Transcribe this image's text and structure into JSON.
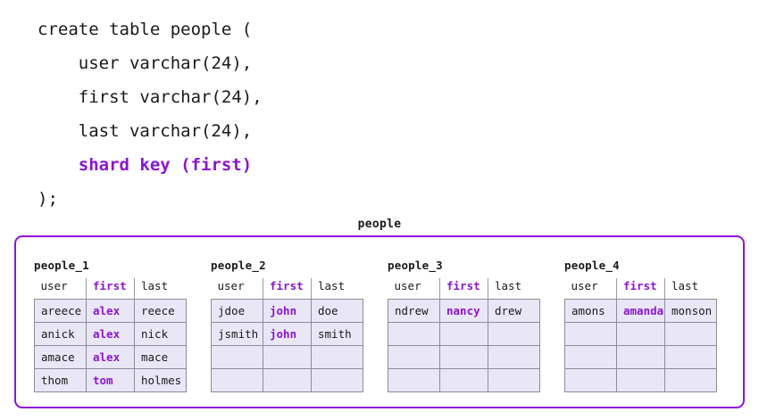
{
  "code": {
    "lines": [
      {
        "text": "create table people (",
        "accent": false
      },
      {
        "text": "    user varchar(24),",
        "accent": false
      },
      {
        "text": "    first varchar(24),",
        "accent": false
      },
      {
        "text": "    last varchar(24),",
        "accent": false
      },
      {
        "text": "    shard key (first)",
        "accent": true
      },
      {
        "text": ");",
        "accent": false
      }
    ]
  },
  "diagram": {
    "title": "people",
    "accent_color": "#8c14d6",
    "container_border_color": "#9111e0",
    "cell_fill_color": "#e9e6f6",
    "cell_border_color": "#8d8d98",
    "columns": [
      "user",
      "first",
      "last"
    ],
    "shard_key_column": "first",
    "shards": [
      {
        "label": "people_1",
        "rows": [
          {
            "user": "areece",
            "first": "alex",
            "last": "reece"
          },
          {
            "user": "anick",
            "first": "alex",
            "last": "nick"
          },
          {
            "user": "amace",
            "first": "alex",
            "last": "mace"
          },
          {
            "user": "thom",
            "first": "tom",
            "last": "holmes"
          }
        ]
      },
      {
        "label": "people_2",
        "rows": [
          {
            "user": "jdoe",
            "first": "john",
            "last": "doe"
          },
          {
            "user": "jsmith",
            "first": "john",
            "last": "smith"
          },
          {
            "user": "",
            "first": "",
            "last": ""
          },
          {
            "user": "",
            "first": "",
            "last": ""
          }
        ]
      },
      {
        "label": "people_3",
        "rows": [
          {
            "user": "ndrew",
            "first": "nancy",
            "last": "drew"
          },
          {
            "user": "",
            "first": "",
            "last": ""
          },
          {
            "user": "",
            "first": "",
            "last": ""
          },
          {
            "user": "",
            "first": "",
            "last": ""
          }
        ]
      },
      {
        "label": "people_4",
        "rows": [
          {
            "user": "amons",
            "first": "amanda",
            "last": "monson"
          },
          {
            "user": "",
            "first": "",
            "last": ""
          },
          {
            "user": "",
            "first": "",
            "last": ""
          },
          {
            "user": "",
            "first": "",
            "last": ""
          }
        ]
      }
    ]
  }
}
